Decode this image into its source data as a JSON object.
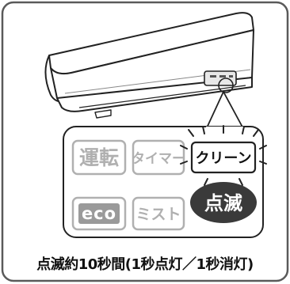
{
  "panel_buttons": {
    "run": "運転",
    "timer": "タイマー",
    "clean": "クリーン",
    "eco": "eco",
    "mist": "ミスト"
  },
  "blink_badge": "点滅",
  "caption": "点滅約10秒間(1秒点灯／1秒消灯)",
  "colors": {
    "panel_outline": "#9a9a9a",
    "panel_text_grey": "#b8b8b8",
    "badge_fill": "#3a3a3a",
    "eco_fill": "#9a9a9a",
    "frame": "#5a5a5a",
    "ink": "#222222"
  }
}
